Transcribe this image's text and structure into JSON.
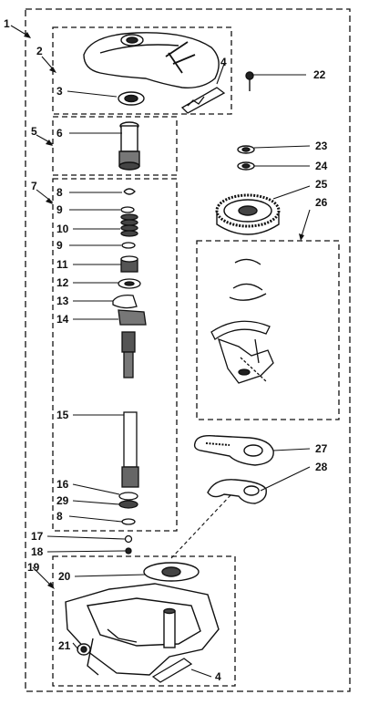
{
  "diagram": {
    "callouts": [
      {
        "id": "1",
        "label": "1"
      },
      {
        "id": "2",
        "label": "2"
      },
      {
        "id": "3",
        "label": "3"
      },
      {
        "id": "4a",
        "label": "4"
      },
      {
        "id": "22",
        "label": "22"
      },
      {
        "id": "5",
        "label": "5"
      },
      {
        "id": "6",
        "label": "6"
      },
      {
        "id": "7",
        "label": "7"
      },
      {
        "id": "8a",
        "label": "8"
      },
      {
        "id": "9a",
        "label": "9"
      },
      {
        "id": "10",
        "label": "10"
      },
      {
        "id": "9b",
        "label": "9"
      },
      {
        "id": "11",
        "label": "11"
      },
      {
        "id": "12",
        "label": "12"
      },
      {
        "id": "13",
        "label": "13"
      },
      {
        "id": "14",
        "label": "14"
      },
      {
        "id": "15",
        "label": "15"
      },
      {
        "id": "16",
        "label": "16"
      },
      {
        "id": "29",
        "label": "29"
      },
      {
        "id": "8b",
        "label": "8"
      },
      {
        "id": "17",
        "label": "17"
      },
      {
        "id": "18",
        "label": "18"
      },
      {
        "id": "19",
        "label": "19"
      },
      {
        "id": "20",
        "label": "20"
      },
      {
        "id": "21",
        "label": "21"
      },
      {
        "id": "4b",
        "label": "4"
      },
      {
        "id": "23",
        "label": "23"
      },
      {
        "id": "24",
        "label": "24"
      },
      {
        "id": "25",
        "label": "25"
      },
      {
        "id": "26",
        "label": "26"
      },
      {
        "id": "27",
        "label": "27"
      },
      {
        "id": "28",
        "label": "28"
      }
    ]
  }
}
